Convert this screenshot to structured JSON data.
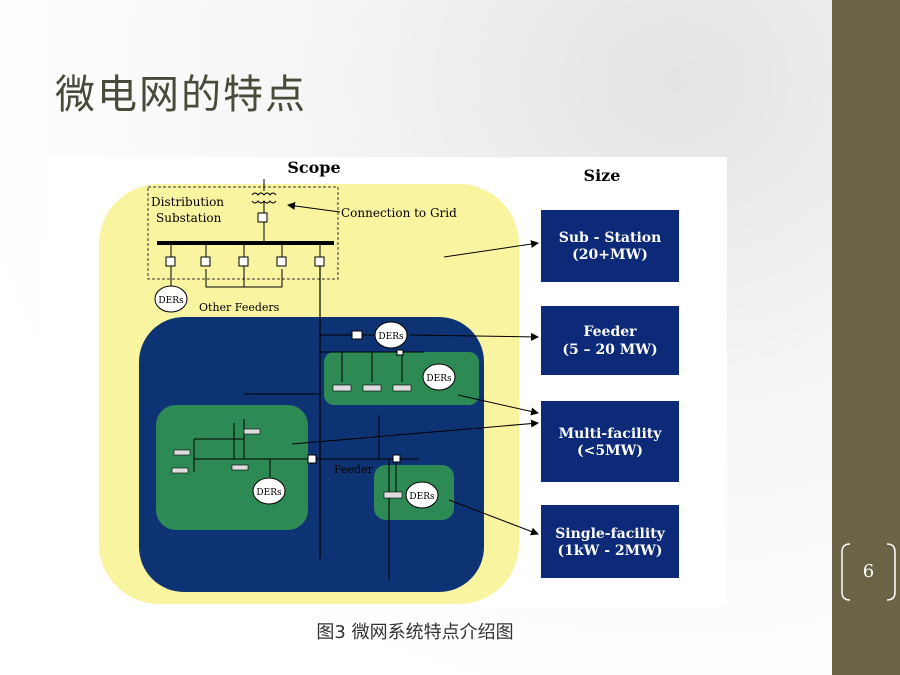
{
  "slide": {
    "title": "微电网的特点",
    "page_number": "6",
    "caption": "图3  微网系统特点介绍图"
  },
  "diagram": {
    "scope_label": "Scope",
    "size_label": "Size",
    "substation_line1": "Distribution",
    "substation_line2": "Substation",
    "connection_label": "Connection to Grid",
    "other_feeders_label": "Other Feeders",
    "feeder_label": "Feeder",
    "ders_label": "DERs",
    "size_boxes": [
      {
        "line1": "Sub - Station",
        "line2": "(20+MW)"
      },
      {
        "line1": "Feeder",
        "line2": "(5 – 20 MW)"
      },
      {
        "line1": "Multi-facility",
        "line2": "(<5MW)"
      },
      {
        "line1": "Single-facility",
        "line2": "(1kW - 2MW)"
      }
    ]
  },
  "colors": {
    "sidebar": "#6b6346",
    "yellow_region": "#f8f4a0",
    "blue_region": "#0e3375",
    "green_region": "#2e8a55",
    "size_box": "#0d2a78"
  }
}
